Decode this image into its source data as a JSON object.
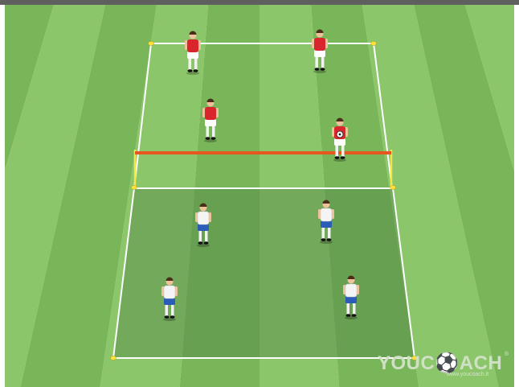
{
  "colors": {
    "grass_light": "#8cc66a",
    "grass_dark": "#79b65a",
    "zone_shade": "#55864a",
    "line": "#ffffff",
    "net": "#e8561f",
    "cone": "#ffe23a",
    "team_red": "#d8262c",
    "team_white": "#f4f4f4",
    "white_team_shorts": "#2a5cb8",
    "header_bar": "#5f5f5f"
  },
  "players": {
    "red_team": [
      "player",
      "player",
      "player",
      "player"
    ],
    "white_team": [
      "player",
      "player",
      "player",
      "player"
    ]
  },
  "equipment": {
    "net": "net",
    "cones": [
      "cone",
      "cone",
      "cone",
      "cone",
      "cone",
      "cone"
    ],
    "ball": "ball"
  },
  "watermark": {
    "brand_1": "YOUC",
    "brand_2": "ACH",
    "registered": "®",
    "url": "www.youcoach.it"
  }
}
